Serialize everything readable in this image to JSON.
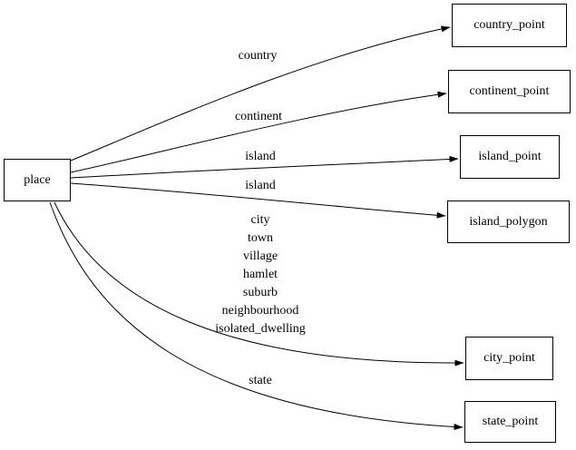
{
  "diagram": {
    "type": "directed-graph",
    "colors": {
      "background": "#ffffff",
      "node_border": "#000000",
      "edge_stroke": "#000000",
      "text": "#000000"
    },
    "nodes": [
      {
        "id": "place",
        "label": "place"
      },
      {
        "id": "country_point",
        "label": "country_point"
      },
      {
        "id": "continent_point",
        "label": "continent_point"
      },
      {
        "id": "island_point",
        "label": "island_point"
      },
      {
        "id": "island_polygon",
        "label": "island_polygon"
      },
      {
        "id": "city_point",
        "label": "city_point"
      },
      {
        "id": "state_point",
        "label": "state_point"
      }
    ],
    "edges": [
      {
        "from": "place",
        "to": "country_point",
        "label": "country"
      },
      {
        "from": "place",
        "to": "continent_point",
        "label": "continent"
      },
      {
        "from": "place",
        "to": "island_point",
        "label": "island"
      },
      {
        "from": "place",
        "to": "island_polygon",
        "label": "island"
      },
      {
        "from": "place",
        "to": "city_point",
        "label": "city\ntown\nvillage\nhamlet\nsuburb\nneighbourhood\nisolated_dwelling"
      },
      {
        "from": "place",
        "to": "state_point",
        "label": "state"
      }
    ]
  }
}
